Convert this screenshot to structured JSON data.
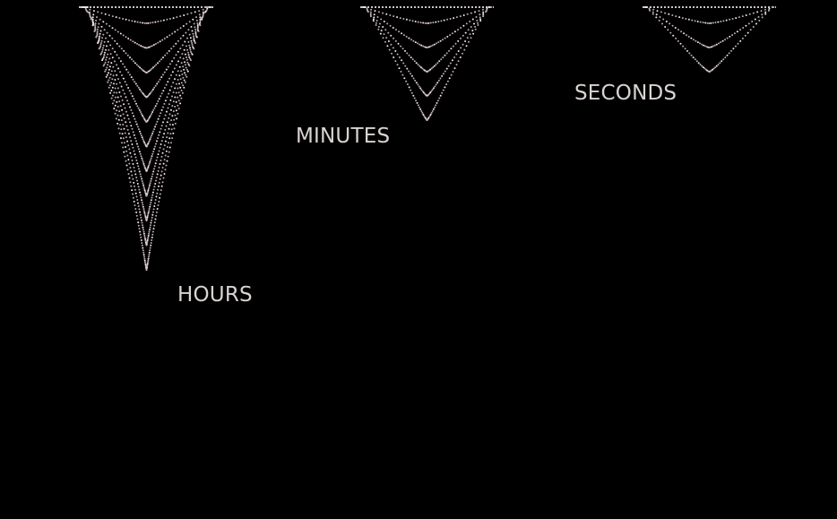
{
  "clock": {
    "hours": {
      "label": "HOURS",
      "value": 11
    },
    "minutes": {
      "label": "MINUTES",
      "value": 5
    },
    "seconds": {
      "label": "SECONDS",
      "value": 3
    }
  },
  "colors": {
    "background": "#000000",
    "bead": "#f3e6e8",
    "bead_dim": "#b9a9ad",
    "rod": "#cfc3c6",
    "label": "#d9d4d2"
  }
}
